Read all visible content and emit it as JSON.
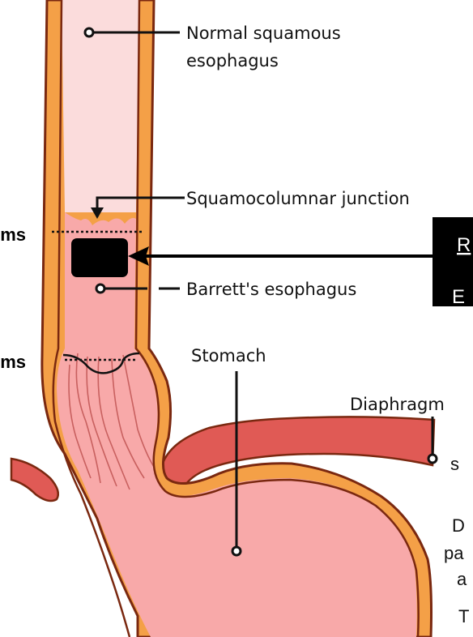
{
  "labels": {
    "normal_squamous_line1": "Normal squamous",
    "normal_squamous_line2": "esophagus",
    "squamocolumnar_junction": "Squamocolumnar junction",
    "barretts_esophagus": "Barrett's esophagus",
    "stomach": "Stomach",
    "diaphragm": "Diaphragm"
  },
  "measurements": {
    "upper": "cms",
    "lower": "cms"
  },
  "callout": {
    "line1": "R",
    "line2": "E"
  },
  "side_text": {
    "line1": "s",
    "line2": "D",
    "line3": "pa",
    "line4": "a",
    "line5": "T"
  },
  "colors": {
    "wall_orange": "#f4a047",
    "outline": "#7a2810",
    "esophagus_lumen": "#fbdcdc",
    "barretts_mucosa": "#f7b6b6",
    "stomach_fill": "#f8a9a9",
    "diaphragm_red": "#e05a55",
    "black_box": "#000000"
  }
}
